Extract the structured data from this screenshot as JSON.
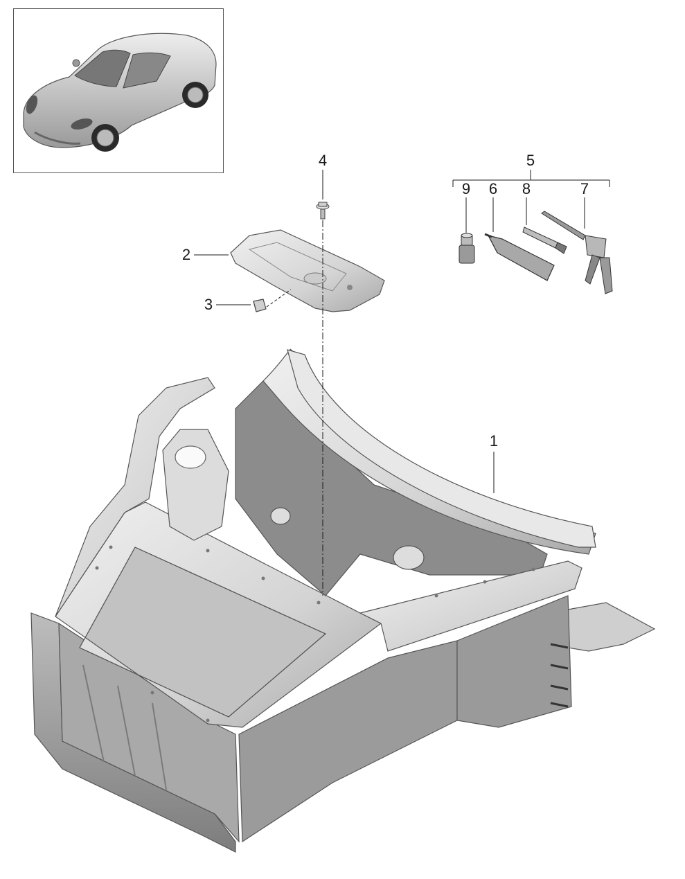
{
  "figure": {
    "thumbnail_icon": "car-overview-icon",
    "callouts": [
      "1",
      "2",
      "3",
      "4",
      "5",
      "6",
      "7",
      "8",
      "9"
    ]
  },
  "parts": [
    {
      "ref": "1",
      "icon": "front-body-structure-icon"
    },
    {
      "ref": "2",
      "icon": "cover-plate-icon"
    },
    {
      "ref": "3",
      "icon": "clip-icon"
    },
    {
      "ref": "4",
      "icon": "bolt-icon"
    },
    {
      "ref": "5",
      "icon": "repair-kit-bracket-icon"
    },
    {
      "ref": "6",
      "icon": "adhesive-tube-icon"
    },
    {
      "ref": "7",
      "icon": "cartridge-gun-icon"
    },
    {
      "ref": "8",
      "icon": "mixing-nozzle-icon"
    },
    {
      "ref": "9",
      "icon": "activator-bottle-icon"
    }
  ],
  "colors": {
    "line": "#1a1a1a",
    "metal_light": "#e6e6e6",
    "metal_mid": "#c9c9c9",
    "metal_dark": "#8e8e8e",
    "car_body": "#d2d2d2"
  }
}
